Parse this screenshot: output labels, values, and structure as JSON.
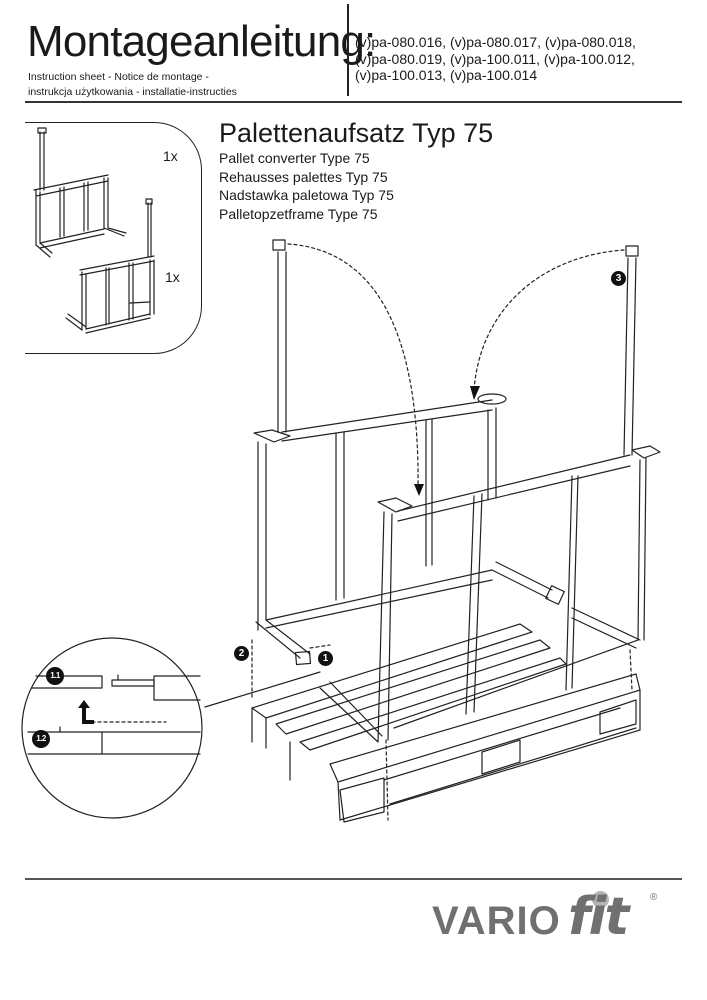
{
  "header": {
    "title": "Montageanleitung:",
    "subtitle_line1": "Instruction sheet - Notice de montage  -",
    "subtitle_line2": "instrukcja użytkowania - installatie-instructies",
    "model_lines": [
      "(v)pa-080.016, (v)pa-080.017, (v)pa-080.018,",
      "(v)pa-080.019, (v)pa-100.011, (v)pa-100.012,",
      "(v)pa-100.013, (v)pa-100.014"
    ]
  },
  "product": {
    "title": "Palettenaufsatz Typ 75",
    "translations": [
      "Pallet converter Type 75",
      "Rehausses palettes Typ 75",
      "Nadstawka paletowa Typ 75",
      "Palletopzetframe Type 75"
    ]
  },
  "contents": {
    "items": [
      {
        "name": "frame-with-legs",
        "quantity": "1x"
      },
      {
        "name": "frame-side",
        "quantity": "1x"
      }
    ]
  },
  "steps": {
    "step1": "1",
    "step2": "2",
    "step3": "3",
    "detail_step_a": "1.1",
    "detail_step_b": "1.2"
  },
  "brand": {
    "name_part1": "VARIO",
    "name_part2": "fit",
    "registered": "®",
    "color": "#707070",
    "dot_color": "#b6b6b6"
  }
}
